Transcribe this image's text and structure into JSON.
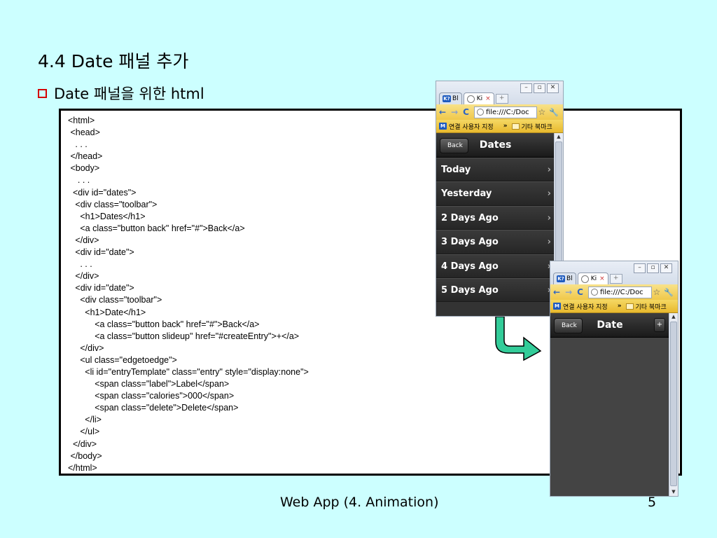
{
  "slide": {
    "title": "4.4 Date 패널 추가",
    "bullet": "Date 패널을 위한 html",
    "footer": "Web App (4. Animation)",
    "page_number": "5",
    "code": "<html>\n <head>\n   . . .\n </head>\n <body>\n    . . .\n  <div id=\"dates\">\n   <div class=\"toolbar\">\n     <h1>Dates</h1>\n     <a class=\"button back\" href=\"#\">Back</a>\n   </div>\n   <div id=\"date\">\n     . . .\n   </div>\n   <div id=\"date\">\n     <div class=\"toolbar\">\n       <h1>Date</h1>\n           <a class=\"button back\" href=\"#\">Back</a>\n           <a class=\"button slideup\" href=\"#createEntry\">+</a>\n     </div>\n     <ul class=\"edgetoedge\">\n       <li id=\"entryTemplate\" class=\"entry\" style=\"display:none\">\n           <span class=\"label\">Label</span>\n           <span class=\"calories\">000</span>\n           <span class=\"delete\">Delete</span>\n       </li>\n     </ul>\n  </div>\n </body>\n</html>"
  },
  "browser1": {
    "tab1": "Bl",
    "tab2": "Ki",
    "address": "file:///C:/Doc",
    "bookmark1": "연결 사용자 지정",
    "bookmark_chevron": "»",
    "bookmark2": "기타 북마크",
    "app_title": "Dates",
    "back_label": "Back",
    "items": [
      "Today",
      "Yesterday",
      "2 Days Ago",
      "3 Days Ago",
      "4 Days Ago",
      "5 Days Ago"
    ]
  },
  "browser2": {
    "tab1": "Bl",
    "tab2": "Ki",
    "address": "file:///C:/Doc",
    "bookmark1": "연결 사용자 지정",
    "bookmark_chevron": "»",
    "bookmark2": "기타 북마크",
    "app_title": "Date",
    "back_label": "Back",
    "plus_label": "+"
  },
  "colors": {
    "slide_bg": "#ccffff",
    "bullet": "#d40000",
    "arrow_fill": "#33cc99",
    "app_dark": "#333333"
  }
}
